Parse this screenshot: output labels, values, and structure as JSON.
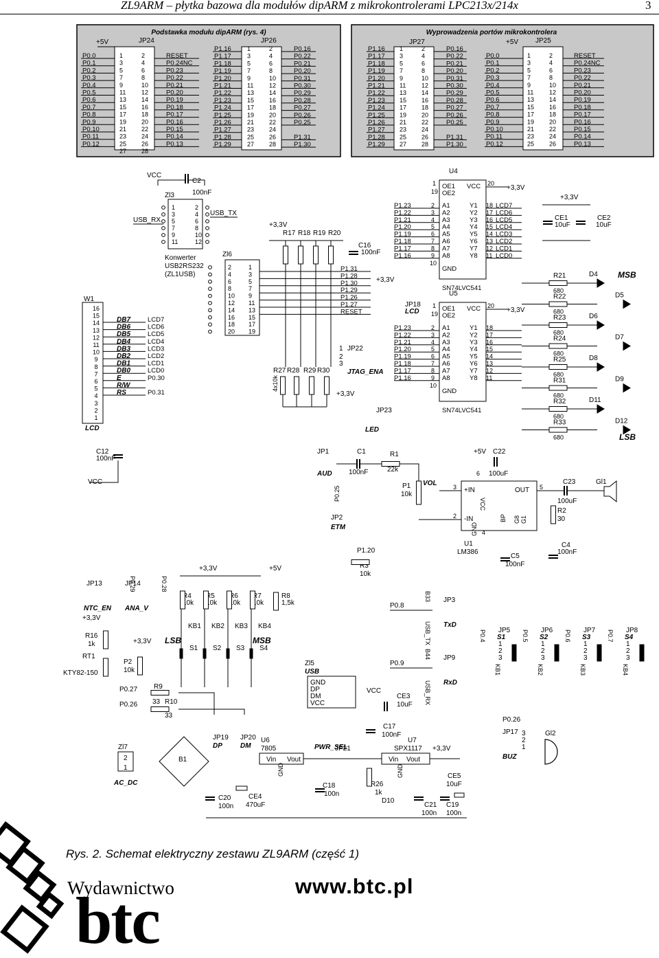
{
  "header": {
    "title": "ZL9ARM – płytka bazowa dla modułów dipARM z mikrokontrolerami LPC213x/214x",
    "page": "3"
  },
  "boxes": {
    "left": {
      "title": "Podstawka modułu dipARM (rys. 4)",
      "jp24": "JP24",
      "jp26": "JP26",
      "supply": "+5V",
      "l1": [
        "P0.0",
        "P0.1",
        "P0.2",
        "P0.3",
        "P0.4",
        "P0.5",
        "P0.6",
        "P0.7",
        "P0.8",
        "P0.9",
        "P0.10",
        "P0.11",
        "P0.12"
      ],
      "l2": [
        "RESET",
        "P0.24NC",
        "P0.23",
        "P0.22",
        "P0.21",
        "P0.20",
        "P0.19",
        "P0.18",
        "P0.17",
        "P0.16",
        "P0.15",
        "P0.14",
        "P0.13"
      ],
      "l3": [
        "P1.16",
        "P1.17",
        "P1.18",
        "P1.19",
        "P1.20",
        "P1.21",
        "P1.22",
        "P1.23",
        "P1.24",
        "P1.25",
        "P1.26",
        "P1.27",
        "P1.28",
        "P1.29"
      ],
      "l4": [
        "P0.16",
        "P0.22",
        "P0.21",
        "P0.20",
        "P0.31",
        "P0.30",
        "P0.29",
        "P0.28",
        "P0.27",
        "P0.26",
        "P0.25",
        "P1.31",
        "P1.30"
      ]
    },
    "right": {
      "title": "Wyprowadzenia portów mikrokontrolera",
      "jp27": "JP27",
      "jp25": "JP25",
      "supply": "+5V"
    }
  },
  "labels": {
    "vcc": "VCC",
    "c2": "C2",
    "c2v": "100nF",
    "zl3": "Zl3",
    "usb_rx": "USB_RX",
    "usb_tx": "USB_TX",
    "konwerter": "Konwerter",
    "usb2rs": "USB2RS232",
    "zl1usb": "(ZL1USB)",
    "v33": "+3,3V",
    "r17": "R17",
    "r18": "R18",
    "r19": "R19",
    "r20": "R20",
    "c16": "C16",
    "c16v": "100nF",
    "zl6": "Zl6",
    "jtag": [
      "P1.31",
      "P1.28",
      "P1.30",
      "P1.29",
      "P1.26",
      "P1.27",
      "RESET"
    ],
    "jp22": "JP22",
    "jtag_ena": "JTAG_ENA",
    "r27": "R27",
    "r28": "R28",
    "r29": "R29",
    "r30": "R30",
    "r4x": "4x10k",
    "w1": "W1",
    "lcd": "LCD",
    "c12": "C12",
    "c12v": "100nF",
    "lcd_sig": [
      "DB7",
      "DB6",
      "DB5",
      "DB4",
      "DB3",
      "DB2",
      "DB1",
      "DB0",
      "E",
      "R/W",
      "RS"
    ],
    "lcd_net": [
      "LCD7",
      "LCD6",
      "LCD5",
      "LCD4",
      "LCD3",
      "LCD2",
      "LCD1",
      "LCD0",
      "P0.30",
      "",
      "P0.31"
    ],
    "u4": "U4",
    "u5": "U5",
    "oe1": "OE1",
    "oe2": "OE2",
    "gnd": "GND",
    "sn": "SN74LVC541",
    "u4in": [
      "P1.23",
      "P1.22",
      "P1.21",
      "P1.20",
      "P1.19",
      "P1.18",
      "P1.17",
      "P1.16"
    ],
    "u4out": [
      "LCD7",
      "LCD6",
      "LCD5",
      "LCD4",
      "LCD3",
      "LCD2",
      "LCD1",
      "LCD0"
    ],
    "jp18": "JP18",
    "jp23": "JP23",
    "led": "LED",
    "ce1": "CE1",
    "ce2": "CE2",
    "ce_v": "10uF",
    "leds": [
      "D4",
      "D5",
      "D6",
      "D7",
      "D8",
      "D9",
      "D11",
      "D12"
    ],
    "rled": [
      "R21",
      "R22",
      "R23",
      "R24",
      "R25",
      "R31",
      "R32",
      "R33"
    ],
    "r680": "680",
    "msb": "MSB",
    "lsb": "LSB",
    "jp1": "JP1",
    "aud": "AUD",
    "c1": "C1",
    "r1": "R1",
    "r1v": "22k",
    "p1": "P1",
    "p1v": "10k",
    "vol": "VOL",
    "p025": "P0.25",
    "plus5": "+5V",
    "c22": "C22",
    "c22v": "100uF",
    "c23": "C23",
    "c23v": "100uF",
    "gl1": "Gl1",
    "r2": "R2",
    "r2v": "30",
    "c4": "C4",
    "u1": "U1",
    "lm386": "LM386",
    "c5": "C5",
    "jp2": "JP2",
    "etm": "ETM",
    "p120": "P1.20",
    "r3": "R3",
    "r3v": "10k",
    "jp13": "JP13",
    "jp14": "JP14",
    "ntc": "NTC_EN",
    "ana": "ANA_V",
    "p029": "P0.29",
    "p028": "P0.28",
    "r16": "R16",
    "r16v": "1k",
    "rt1": "RT1",
    "kty": "KTY82-150",
    "p2": "P2",
    "p2v": "10k",
    "p027": "P0.27",
    "p026": "P0.26",
    "r9": "R9",
    "r10": "R10",
    "r9v": "33",
    "r10v": "33",
    "rkb": [
      "R4",
      "R5",
      "R6",
      "R7"
    ],
    "kb": [
      "KB1",
      "KB2",
      "KB3",
      "KB4"
    ],
    "sw": [
      "S1",
      "S2",
      "S3",
      "S4"
    ],
    "r8": "R8",
    "r8v": "1,5k",
    "zl5": "Zl5",
    "usb": "USB",
    "usbpins": [
      "GND",
      "DP",
      "DM",
      "VCC"
    ],
    "jp19": "JP19",
    "jp20": "JP20",
    "dp": "DP",
    "dm": "DM",
    "u6": "U6",
    "u6p": "7805",
    "vin": "Vin",
    "vout": "Vout",
    "zl7": "Zl7",
    "acdc": "AC_DC",
    "b1": "B1",
    "c20": "C20",
    "c20v": "100n",
    "ce4": "CE4",
    "ce4v": "470uF",
    "c18": "C18",
    "c18v": "100n",
    "jp21": "JP21",
    "pwr_sel": "PWR_SEL",
    "ce3": "CE3",
    "ce3v": "10uF",
    "c17": "C17",
    "c17v": "100nF",
    "u7": "U7",
    "u7p": "SPX1117",
    "r26": "R26",
    "r26v": "1k",
    "d10": "D10",
    "c21": "C21",
    "c19": "C19",
    "ce5": "CE5",
    "jp3": "JP3",
    "jp9": "JP9",
    "txd": "TxD",
    "rxd": "RxD",
    "p08": "P0.8",
    "p09": "P0.9",
    "b33": "B33",
    "b44": "B44",
    "usbtx": "USB_TX",
    "usbrx": "USB_RX",
    "jpsw": [
      "JP5",
      "JP6",
      "JP7",
      "JP8"
    ],
    "psw": [
      "P0.4",
      "P0.5",
      "P0.6",
      "P0.7"
    ],
    "jp17": "JP17",
    "buz": "BUZ",
    "gl2": "Gl2"
  },
  "caption": "Rys. 2. Schemat elektryczny zestawu ZL9ARM (część 1)",
  "publisher": {
    "prefix": "Wydawnictwo",
    "name": "btc",
    "url": "www.btc.pl"
  }
}
